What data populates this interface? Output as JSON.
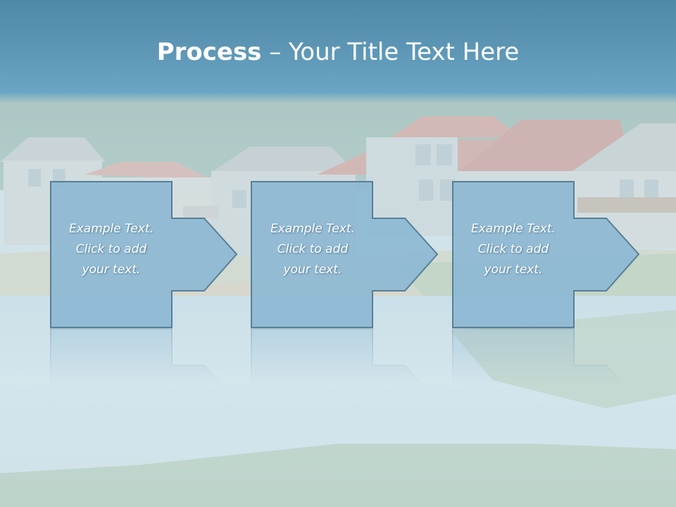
{
  "slide": {
    "title_bold": "Process",
    "title_rest": " – Your Title Text Here"
  },
  "steps": [
    {
      "lines": [
        "Example Text.",
        "Click  to add",
        "your text."
      ]
    },
    {
      "lines": [
        "Example Text.",
        "Click  to add",
        "your text."
      ]
    },
    {
      "lines": [
        "Example Text.",
        "Click  to add",
        "your text."
      ]
    }
  ],
  "colors": {
    "title_band": "#5e97b6",
    "step_fill": "#8db8d3",
    "step_stroke": "#587f96",
    "title_text": "#ffffff",
    "step_text": "#ffffff"
  }
}
